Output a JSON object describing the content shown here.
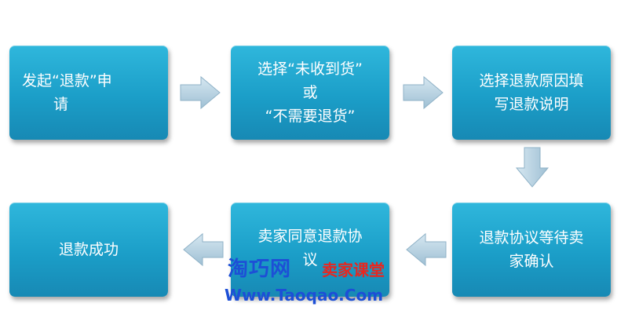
{
  "steps": [
    {
      "lines": [
        "发起“退款”申",
        "请"
      ]
    },
    {
      "lines": [
        "选择“未收到货”",
        "或",
        "“不需要退货”"
      ]
    },
    {
      "lines": [
        "选择退款原因填",
        "写退款说明"
      ]
    },
    {
      "lines": [
        "退款协议等待卖",
        "家确认"
      ]
    },
    {
      "lines": [
        "卖家同意退款协",
        "议"
      ]
    },
    {
      "lines": [
        "退款成功"
      ]
    }
  ],
  "watermark": {
    "brand": "淘巧网",
    "tagline": "卖家课堂",
    "url": "Www.Taoqao.Com"
  },
  "colors": {
    "box": "#1b9ec8",
    "arrow": "#b9d3e3",
    "watermark_blue": "#1d4fd6",
    "watermark_red": "#e8261f"
  }
}
